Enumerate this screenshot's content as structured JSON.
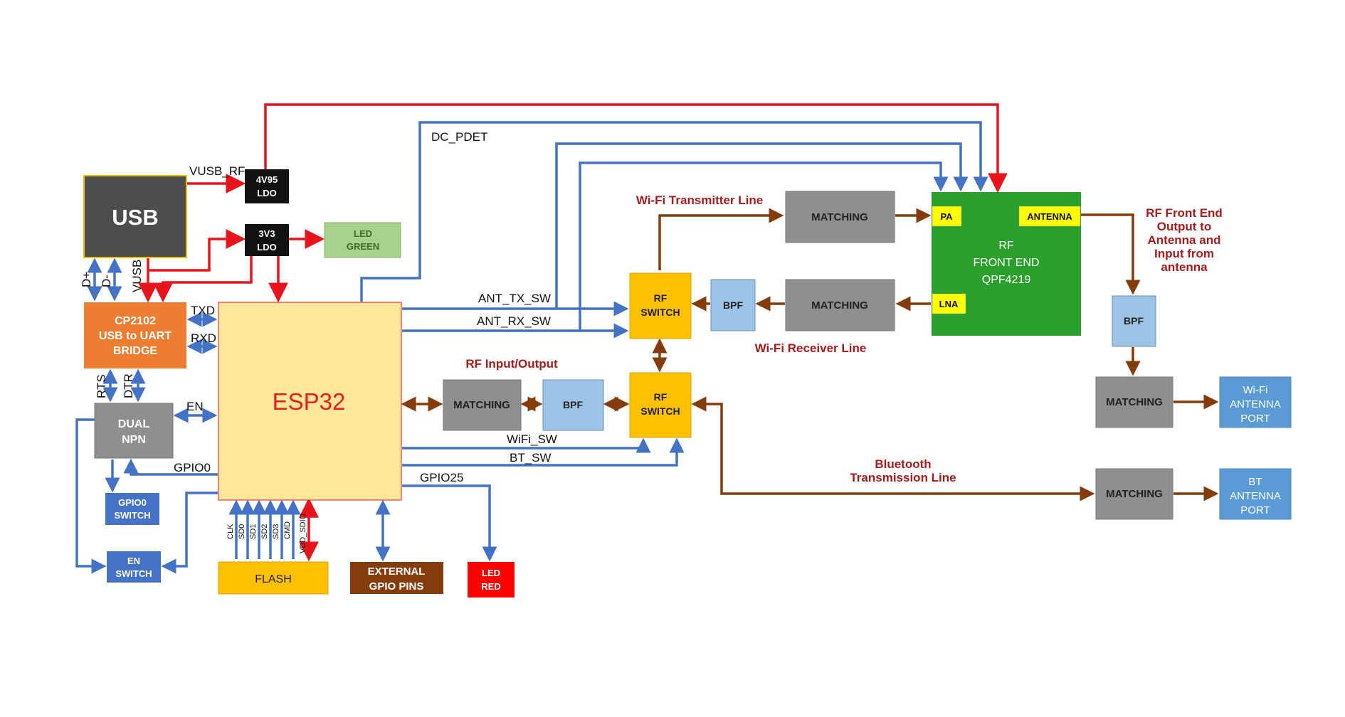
{
  "colors": {
    "power": "#e8141c",
    "signal": "#4472c4",
    "rf": "#843c0c",
    "usb": "#4d4d4d",
    "bridge": "#ed7d31",
    "esp32": "#ffe699",
    "esp32_text": "#e02020",
    "rf_switch": "#ffc000",
    "gray_block": "#8f8f8f",
    "bpf": "#9dc3e6",
    "front_end": "#2ca02c",
    "pin_tag": "#ffff00",
    "blue_block": "#4472c4",
    "antenna_port": "#5b9bd5",
    "led_green": "#a9d18e",
    "led_red": "#ff0000",
    "gpio_pins": "#843c0c",
    "ldo": "#111111"
  },
  "blocks": {
    "usb": "USB",
    "ldo_4v95": [
      "4V95",
      "LDO"
    ],
    "ldo_3v3": [
      "3V3",
      "LDO"
    ],
    "led_green": [
      "LED",
      "GREEN"
    ],
    "cp2102": [
      "CP2102",
      "USB to UART",
      "BRIDGE"
    ],
    "esp32": "ESP32",
    "dual_npn": [
      "DUAL",
      "NPN"
    ],
    "gpio0_switch": [
      "GPIO0",
      "SWITCH"
    ],
    "en_switch": [
      "EN",
      "SWITCH"
    ],
    "flash": "FLASH",
    "external_gpio": [
      "EXTERNAL",
      "GPIO PINS"
    ],
    "led_red": [
      "LED",
      "RED"
    ],
    "matching_tx": "MATCHING",
    "matching_rx": "MATCHING",
    "matching_io": "MATCHING",
    "matching_wifi": "MATCHING",
    "matching_bt": "MATCHING",
    "bpf_rx": "BPF",
    "bpf_io": "BPF",
    "bpf_ant": "BPF",
    "rf_switch_top": [
      "RF",
      "SWITCH"
    ],
    "rf_switch_bottom": [
      "RF",
      "SWITCH"
    ],
    "front_end": [
      "RF",
      "FRONT END",
      "QPF4219"
    ],
    "pa": "PA",
    "lna": "LNA",
    "antenna": "ANTENNA",
    "wifi_port": [
      "Wi-Fi",
      "ANTENNA",
      "PORT"
    ],
    "bt_port": [
      "BT",
      "ANTENNA",
      "PORT"
    ]
  },
  "signals": {
    "vusb_rf": "VUSB_RF",
    "dc_pdet": "DC_PDET",
    "ant_tx_sw": "ANT_TX_SW",
    "ant_rx_sw": "ANT_RX_SW",
    "wifi_sw": "WiFi_SW",
    "bt_sw": "BT_SW",
    "gpio25": "GPIO25",
    "gpio0": "GPIO0",
    "en": "EN",
    "txd": "TXD",
    "rxd": "RXD",
    "rts": "RTS",
    "dtr": "DTR",
    "dplus": "D+",
    "dminus": "D-",
    "vusb": "VUSB",
    "flash_pins": [
      "CLK",
      "SD0",
      "SD1",
      "SD2",
      "SD3",
      "CMD",
      "VDD_SDIO"
    ]
  },
  "annotations": {
    "wifi_tx_line": "Wi-Fi  Transmitter Line",
    "wifi_rx_line": "Wi-Fi Receiver Line",
    "rf_io": "RF Input/Output",
    "bt_line": [
      "Bluetooth",
      "Transmission Line"
    ],
    "front_end_output": [
      "RF Front End",
      "Output to",
      "Antenna and",
      "Input from",
      "antenna"
    ]
  }
}
